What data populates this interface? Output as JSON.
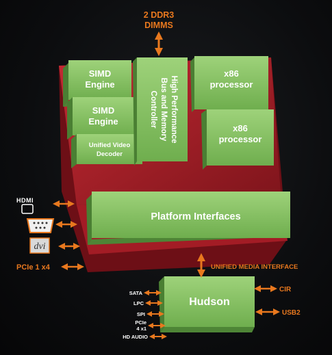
{
  "memory": {
    "line1": "2 DDR3",
    "line2": "DIMMS"
  },
  "blocks": {
    "simd1": {
      "line1": "SIMD",
      "line2": "Engine"
    },
    "simd2": {
      "line1": "SIMD",
      "line2": "Engine"
    },
    "uvd": {
      "line1": "Unified Video",
      "line2": "Decoder"
    },
    "bus": {
      "line1": "High Performance",
      "line2": "Bus and Memory",
      "line3": "Controller"
    },
    "x86_1": {
      "line1": "x86",
      "line2": "processor"
    },
    "x86_2": {
      "line1": "x86",
      "line2": "processor"
    },
    "platform": "Platform Interfaces",
    "hudson": "Hudson"
  },
  "outputs": {
    "hdmi": "HDMI",
    "dvi": "dvi",
    "pcie": "PCIe 1 x4"
  },
  "umi": "UNIFIED MEDIA INTERFACE",
  "hudson_left": [
    "SATA",
    "LPC",
    "SPI",
    "PCIe",
    "4 x1",
    "HD AUDIO"
  ],
  "hudson_right": [
    "CIR",
    "USB2"
  ],
  "colors": {
    "accent": "#e8781e",
    "block_green": "#7cb95a",
    "die_red": "#b3202a"
  }
}
